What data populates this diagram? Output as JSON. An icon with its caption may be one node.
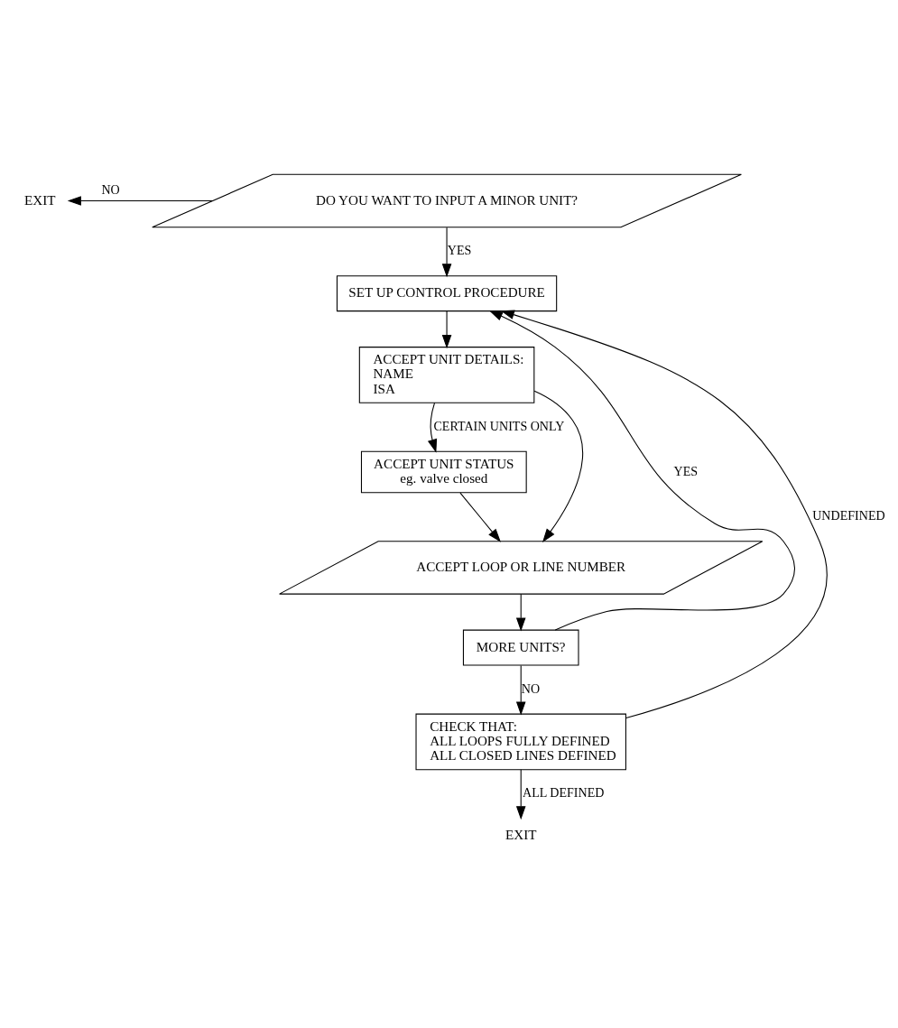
{
  "diagram": {
    "nodes": [
      {
        "text": [
          "EXIT"
        ]
      },
      {
        "text": [
          "DO YOU WANT TO INPUT A MINOR UNIT?"
        ]
      },
      {
        "text": [
          "SET UP CONTROL PROCEDURE"
        ]
      },
      {
        "text": [
          "ACCEPT UNIT DETAILS:",
          "NAME",
          "ISA"
        ]
      },
      {
        "text": [
          "ACCEPT UNIT STATUS",
          "eg. valve closed"
        ]
      },
      {
        "text": [
          "ACCEPT LOOP OR LINE NUMBER"
        ]
      },
      {
        "text": [
          "MORE UNITS?"
        ]
      },
      {
        "text": [
          "CHECK THAT:",
          "ALL LOOPS FULLY DEFINED",
          "ALL CLOSED LINES DEFINED"
        ]
      },
      {
        "text": [
          "EXIT"
        ]
      }
    ],
    "edges": [
      {
        "from": 1,
        "to": 0,
        "arrow": "to",
        "label": "NO"
      },
      {
        "from": 1,
        "to": 2,
        "arrow": "to",
        "label": "YES"
      },
      {
        "from": 2,
        "to": 3,
        "arrow": "to"
      },
      {
        "from": 3,
        "to": 4,
        "arrow": "to",
        "label": "CERTAIN UNITS ONLY"
      },
      {
        "from": 3,
        "to": 5,
        "arrow": "to"
      },
      {
        "from": 4,
        "to": 5,
        "arrow": "to"
      },
      {
        "from": 5,
        "to": 6,
        "arrow": "to"
      },
      {
        "from": 6,
        "to": 2,
        "arrow": "to",
        "label": "YES"
      },
      {
        "from": 6,
        "to": 7,
        "arrow": "to",
        "label": "NO"
      },
      {
        "from": 7,
        "to": 2,
        "arrow": "to",
        "label": "UNDEFINED"
      },
      {
        "from": 7,
        "to": 8,
        "arrow": "to",
        "label": "ALL DEFINED"
      }
    ]
  }
}
